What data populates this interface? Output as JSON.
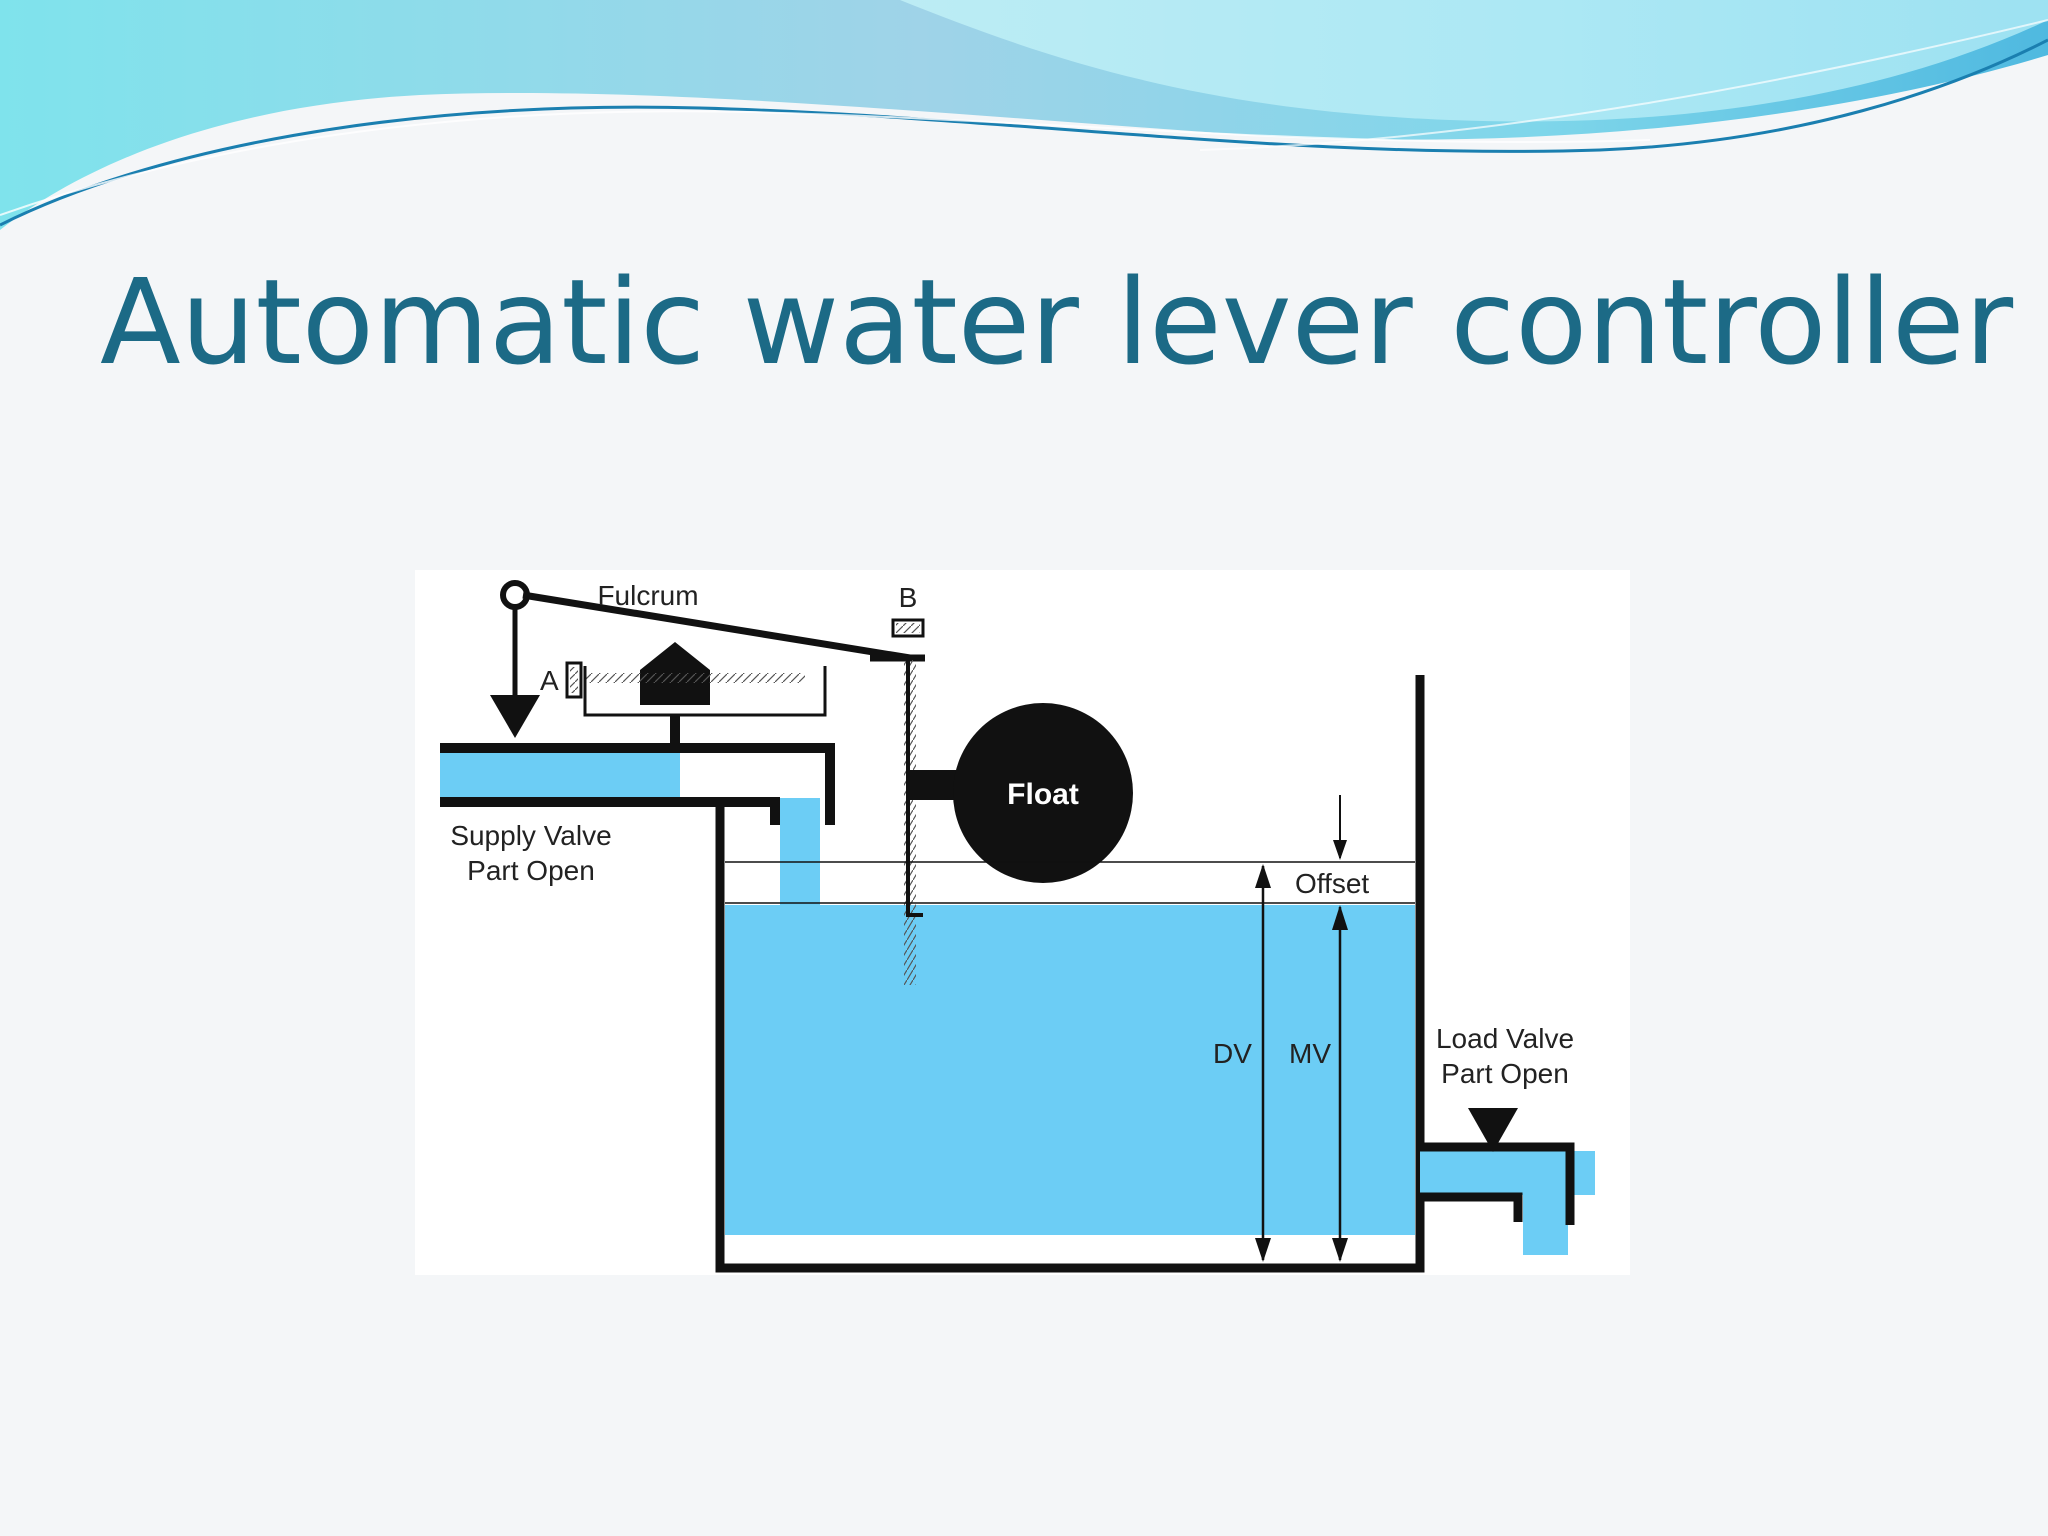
{
  "slide": {
    "title": "Automatic water lever controller",
    "colors": {
      "title": "#1c6a86",
      "water": "#6ccdf5",
      "ink": "#111111",
      "wave_dark": "#1a7fb0",
      "wave_light": "#8fe4ee"
    }
  },
  "diagram": {
    "labels": {
      "fulcrum": "Fulcrum",
      "point_a": "A",
      "point_b": "B",
      "float": "Float",
      "supply_valve_line1": "Supply Valve",
      "supply_valve_line2": "Part Open",
      "offset": "Offset",
      "dv": "DV",
      "mv": "MV",
      "load_valve_line1": "Load Valve",
      "load_valve_line2": "Part Open"
    }
  }
}
